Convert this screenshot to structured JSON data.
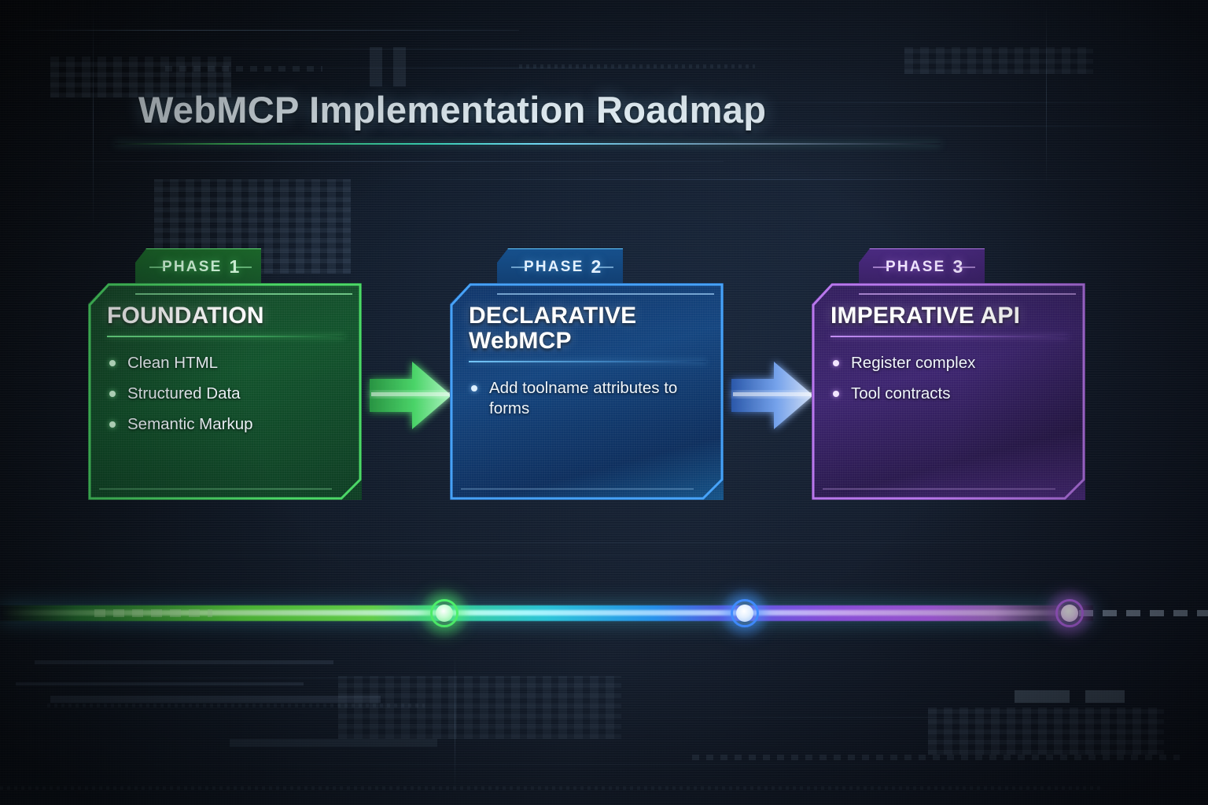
{
  "header": {
    "title": "WebMCP Implementation Roadmap"
  },
  "phases": [
    {
      "tab_label": "PHASE",
      "tab_number": "1",
      "title": "FOUNDATION",
      "subtitle": "",
      "accent": "#4ef06a",
      "bullets": [
        "Clean HTML",
        "Structured Data",
        "Semantic Markup"
      ]
    },
    {
      "tab_label": "PHASE",
      "tab_number": "2",
      "title": "DECLARATIVE",
      "subtitle": "WebMCP",
      "accent": "#3f8bff",
      "bullets": [
        "Add toolname attributes to forms"
      ]
    },
    {
      "tab_label": "PHASE",
      "tab_number": "3",
      "title": "IMPERATIVE API",
      "subtitle": "",
      "accent": "#b968f0",
      "bullets": [
        "Register complex",
        "Tool contracts"
      ]
    }
  ],
  "connectors": [
    {
      "name": "arrow-phase1-to-phase2",
      "color": "#49d86a"
    },
    {
      "name": "arrow-phase2-to-phase3",
      "color": "#6ea8f7"
    }
  ],
  "timeline": {
    "nodes": [
      {
        "name": "timeline-node-phase-1",
        "color": "#4ef06a"
      },
      {
        "name": "timeline-node-phase-2",
        "color": "#3f8bff"
      },
      {
        "name": "timeline-node-phase-3",
        "color": "#b968f0"
      }
    ]
  }
}
